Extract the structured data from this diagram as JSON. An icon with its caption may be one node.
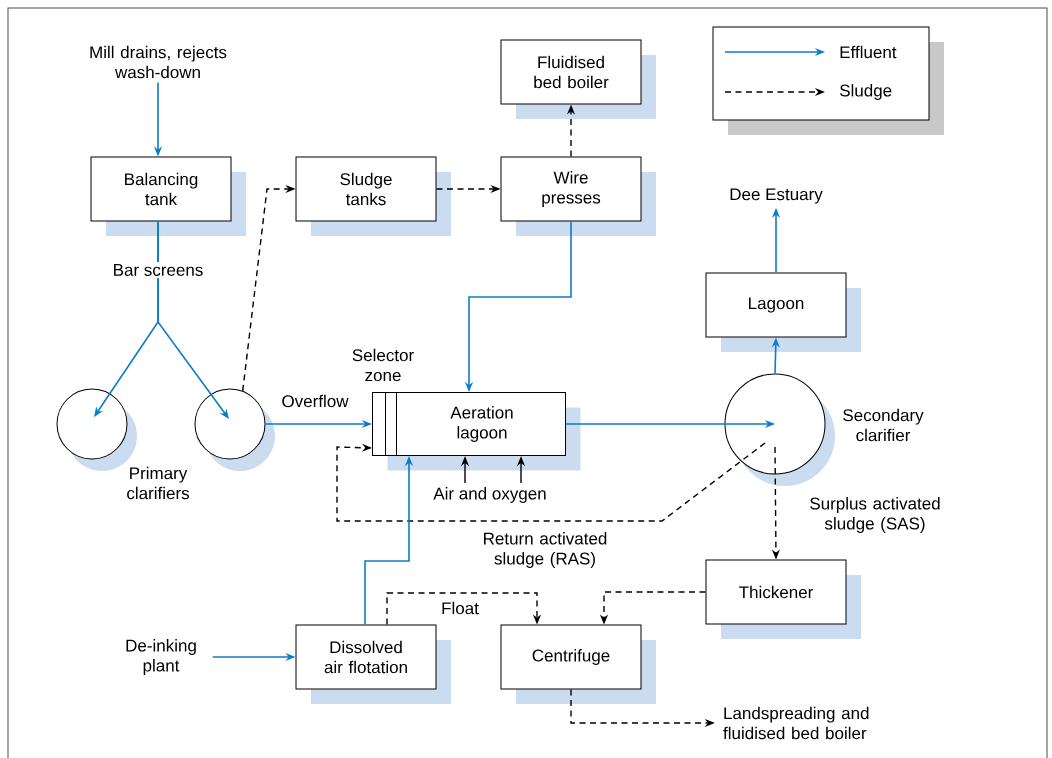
{
  "diagram": {
    "nodes": [
      {
        "text": [
          "Mill drains, rejects wash-down"
        ]
      },
      {
        "text": [
          "Balancing tank"
        ]
      },
      {
        "text": [],
        "shape": "circle"
      },
      {
        "text": [],
        "shape": "circle"
      },
      {
        "text": [
          "Sludge tanks"
        ]
      },
      {
        "text": [
          "Wire presses"
        ]
      },
      {
        "text": [
          "Fluidised bed boiler"
        ]
      },
      {
        "text": [
          "Aeration lagoon"
        ],
        "beside": [
          "Selector zone"
        ]
      },
      {
        "text": [
          "Air and oxygen"
        ]
      },
      {
        "text": [],
        "shape": "circle",
        "beside": [
          "Secondary clarifier"
        ]
      },
      {
        "text": [
          "Lagoon"
        ]
      },
      {
        "text": [
          "Dee Estuary"
        ]
      },
      {
        "text": [
          "Thickener"
        ]
      },
      {
        "text": [
          "De-inking plant"
        ]
      },
      {
        "text": [
          "Dissolved air flotation"
        ]
      },
      {
        "text": [
          "Centrifuge"
        ]
      },
      {
        "text": [
          "Landspreading and fluidised bed boiler"
        ]
      }
    ],
    "edges": [
      {
        "from": 0,
        "to": 1,
        "arrow": "to"
      },
      {
        "from": 1,
        "to": 2,
        "arrow": "to",
        "label": "Bar screens"
      },
      {
        "from": 1,
        "to": 3,
        "arrow": "to"
      },
      {
        "from": 3,
        "to": 4,
        "arrow": "to",
        "style": "dashed",
        "color": "#000000"
      },
      {
        "from": 4,
        "to": 5,
        "arrow": "to",
        "style": "dashed",
        "color": "#000000"
      },
      {
        "from": 5,
        "to": 6,
        "arrow": "to",
        "style": "dashed",
        "color": "#000000"
      },
      {
        "from": 5,
        "to": 7,
        "arrow": "to"
      },
      {
        "from": 3,
        "to": 7,
        "arrow": "to",
        "label": "Overflow"
      },
      {
        "from": 8,
        "to": 7,
        "arrow": "to",
        "color": "#000000"
      },
      {
        "from": 8,
        "to": 7,
        "arrow": "to",
        "color": "#000000"
      },
      {
        "from": 7,
        "to": 9,
        "arrow": "to"
      },
      {
        "from": 9,
        "to": 7,
        "arrow": "to",
        "style": "dashed",
        "color": "#000000",
        "label": "Return activated sludge (RAS)"
      },
      {
        "from": 9,
        "to": 10,
        "arrow": "to"
      },
      {
        "from": 10,
        "to": 11,
        "arrow": "to"
      },
      {
        "from": 9,
        "to": 12,
        "arrow": "to",
        "style": "dashed",
        "color": "#000000",
        "label": "Surplus activated sludge (SAS)"
      },
      {
        "from": 13,
        "to": 14,
        "arrow": "to"
      },
      {
        "from": 14,
        "to": 7,
        "arrow": "to"
      },
      {
        "from": 14,
        "to": 15,
        "arrow": "to",
        "style": "dashed",
        "color": "#000000",
        "label": "Float"
      },
      {
        "from": 12,
        "to": 15,
        "arrow": "to",
        "style": "dashed",
        "color": "#000000"
      },
      {
        "from": 15,
        "to": 16,
        "arrow": "to",
        "style": "dashed",
        "color": "#000000"
      }
    ],
    "labels": [
      "Primary clarifiers"
    ],
    "legend": [
      {
        "text": "Effluent"
      },
      {
        "text": "Sludge"
      }
    ]
  }
}
